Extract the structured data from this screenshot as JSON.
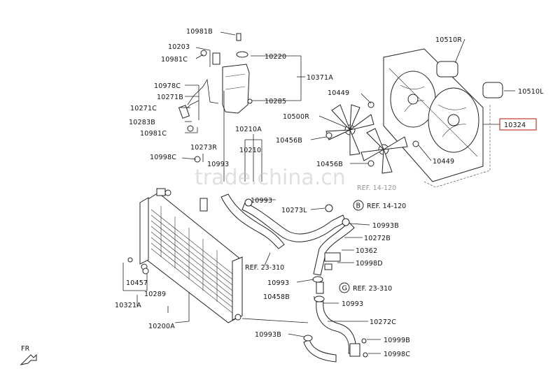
{
  "diagram": {
    "watermark": "trade.china.cn",
    "front_marker": "FR",
    "highlight_color": "#c0392b",
    "parts": [
      {
        "id": "p1",
        "label": "10981B"
      },
      {
        "id": "p2",
        "label": "10203"
      },
      {
        "id": "p3",
        "label": "10981C"
      },
      {
        "id": "p4",
        "label": "10220"
      },
      {
        "id": "p5",
        "label": "10371A"
      },
      {
        "id": "p6",
        "label": "10978C"
      },
      {
        "id": "p7",
        "label": "10271B"
      },
      {
        "id": "p8",
        "label": "10271C"
      },
      {
        "id": "p9",
        "label": "10285"
      },
      {
        "id": "p10",
        "label": "10283B"
      },
      {
        "id": "p11",
        "label": "10981C"
      },
      {
        "id": "p12",
        "label": "10210A"
      },
      {
        "id": "p13",
        "label": "10273R"
      },
      {
        "id": "p14",
        "label": "10210"
      },
      {
        "id": "p15",
        "label": "10998C"
      },
      {
        "id": "p16",
        "label": "10993"
      },
      {
        "id": "p17",
        "label": "10510R"
      },
      {
        "id": "p18",
        "label": "10449"
      },
      {
        "id": "p19",
        "label": "10510L"
      },
      {
        "id": "p20",
        "label": "10500R"
      },
      {
        "id": "p21",
        "label": "10324"
      },
      {
        "id": "p22",
        "label": "10456B"
      },
      {
        "id": "p23",
        "label": "10456B"
      },
      {
        "id": "p24",
        "label": "10449"
      },
      {
        "id": "p25",
        "label": "10993"
      },
      {
        "id": "p26",
        "label": "10273L"
      },
      {
        "id": "p27",
        "label": "10993B"
      },
      {
        "id": "p28",
        "label": "10272B"
      },
      {
        "id": "p29",
        "label": "10362"
      },
      {
        "id": "p30",
        "label": "10998D"
      },
      {
        "id": "p31",
        "label": "10993"
      },
      {
        "id": "p32",
        "label": "10458B"
      },
      {
        "id": "p33",
        "label": "10993"
      },
      {
        "id": "p34",
        "label": "10457"
      },
      {
        "id": "p35",
        "label": "10289"
      },
      {
        "id": "p36",
        "label": "10321A"
      },
      {
        "id": "p37",
        "label": "10200A"
      },
      {
        "id": "p38",
        "label": "10272C"
      },
      {
        "id": "p39",
        "label": "10993B"
      },
      {
        "id": "p40",
        "label": "10999B"
      },
      {
        "id": "p41",
        "label": "10998C"
      }
    ],
    "references": [
      {
        "id": "r1",
        "circle": "B",
        "text": "REF. 14-120"
      },
      {
        "id": "r2",
        "circle": "",
        "text": "REF. 23-310"
      },
      {
        "id": "r3",
        "circle": "G",
        "text": "REF. 23-310"
      },
      {
        "id": "r4",
        "circle": "",
        "text": "REF. 14-120"
      }
    ]
  }
}
